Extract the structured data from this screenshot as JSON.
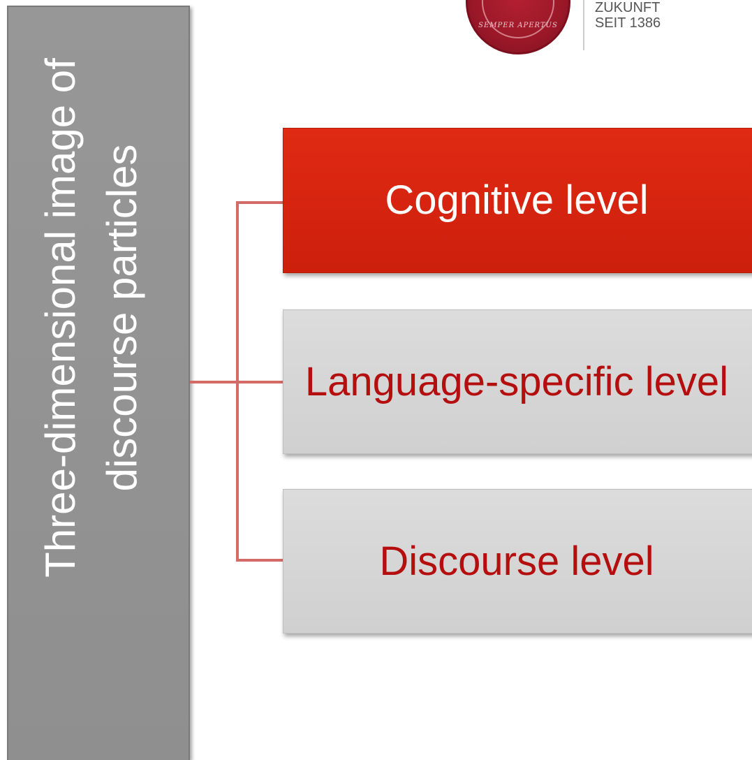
{
  "header": {
    "logo_motto": "SEMPER APERTUS",
    "brand_lines": [
      "ZUKUNFT",
      "SEIT 1386"
    ]
  },
  "diagram": {
    "root_label": "Three-dimensional image of\ndiscourse particles",
    "levels": [
      {
        "label": "Cognitive level",
        "state": "active"
      },
      {
        "label": "Language-specific level",
        "state": "inactive"
      },
      {
        "label": "Discourse level",
        "state": "inactive"
      }
    ]
  },
  "colors": {
    "root_box": "#929292",
    "active_box": "#d8230f",
    "inactive_box": "#d6d6d6",
    "inactive_text": "#b50e0e",
    "connector": "#d46b66"
  }
}
